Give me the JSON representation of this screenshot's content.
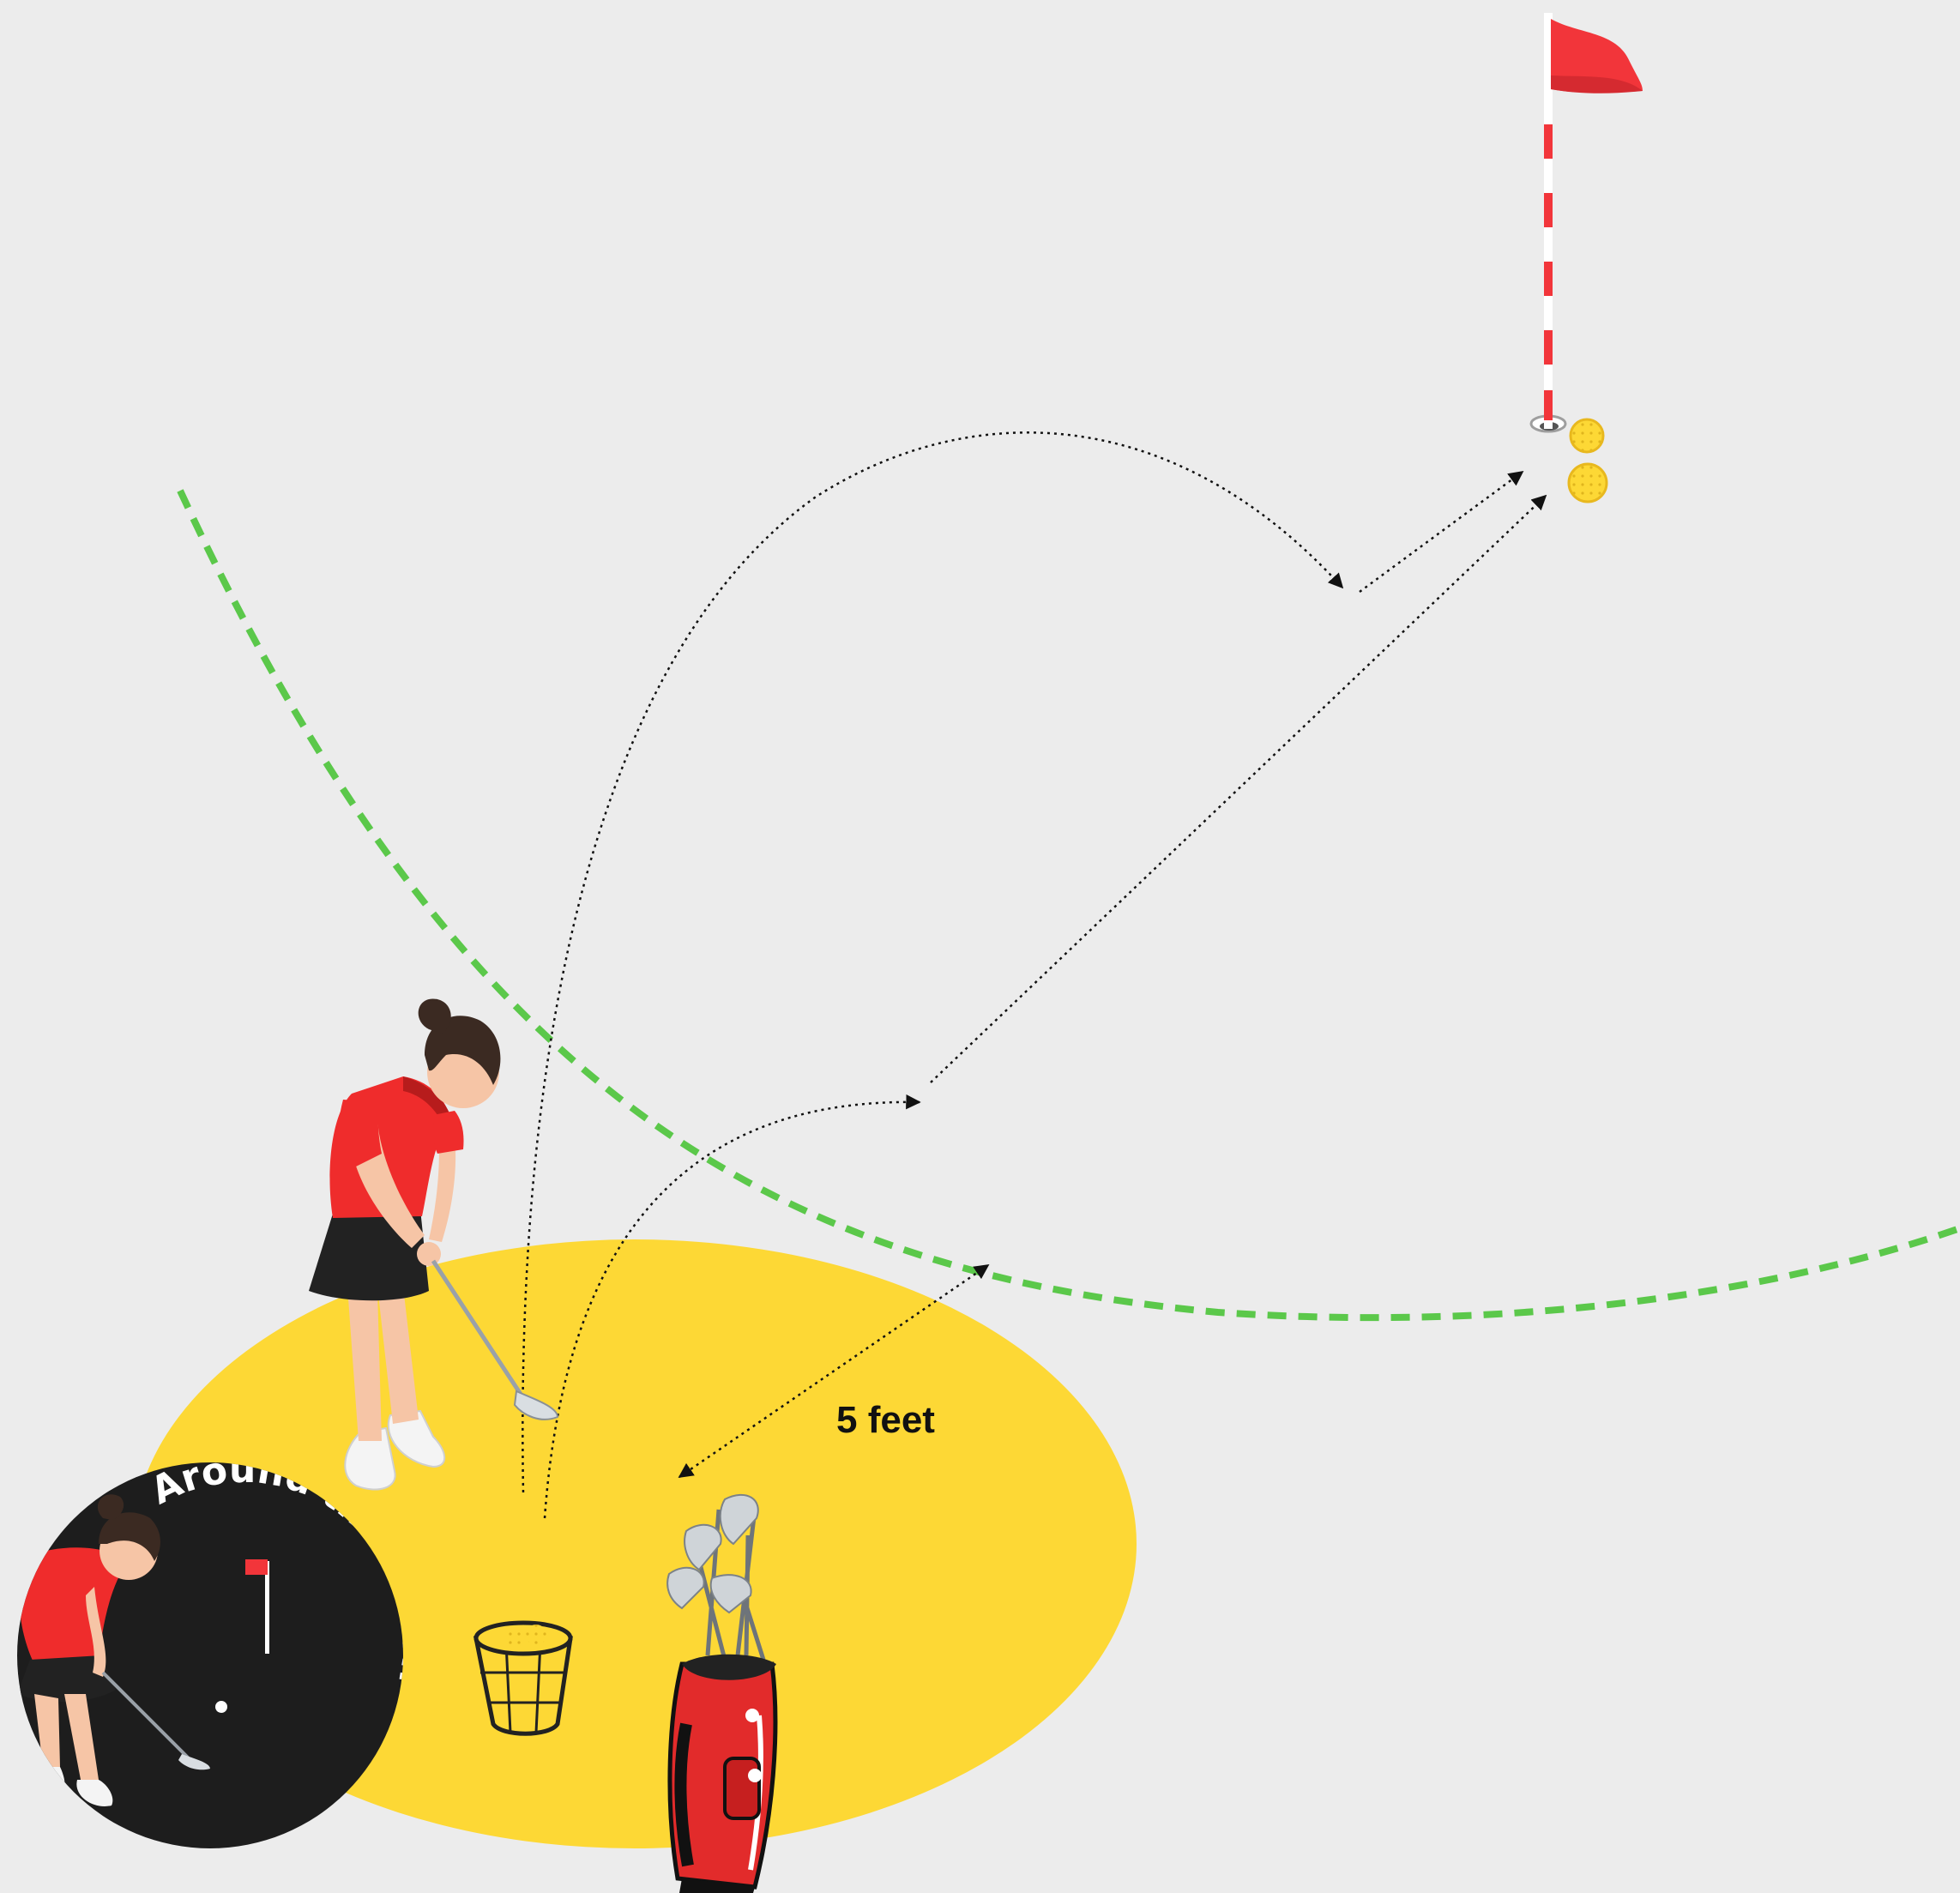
{
  "diagram": {
    "distance_label": "5 feet",
    "badge_text": "Around the Green"
  },
  "colors": {
    "background": "#ececec",
    "practice_area": "#fdd835",
    "green_edge": "#5bc84a",
    "flag": "#f2353a",
    "ball": "#fdd835",
    "shirt": "#ef2c2c",
    "skirt": "#222222",
    "badge": "#1d1d1d"
  },
  "icons": [
    "flag-icon",
    "golf-ball-icon",
    "golfer-icon",
    "ball-bucket-icon",
    "golf-bag-icon",
    "badge-logo"
  ]
}
